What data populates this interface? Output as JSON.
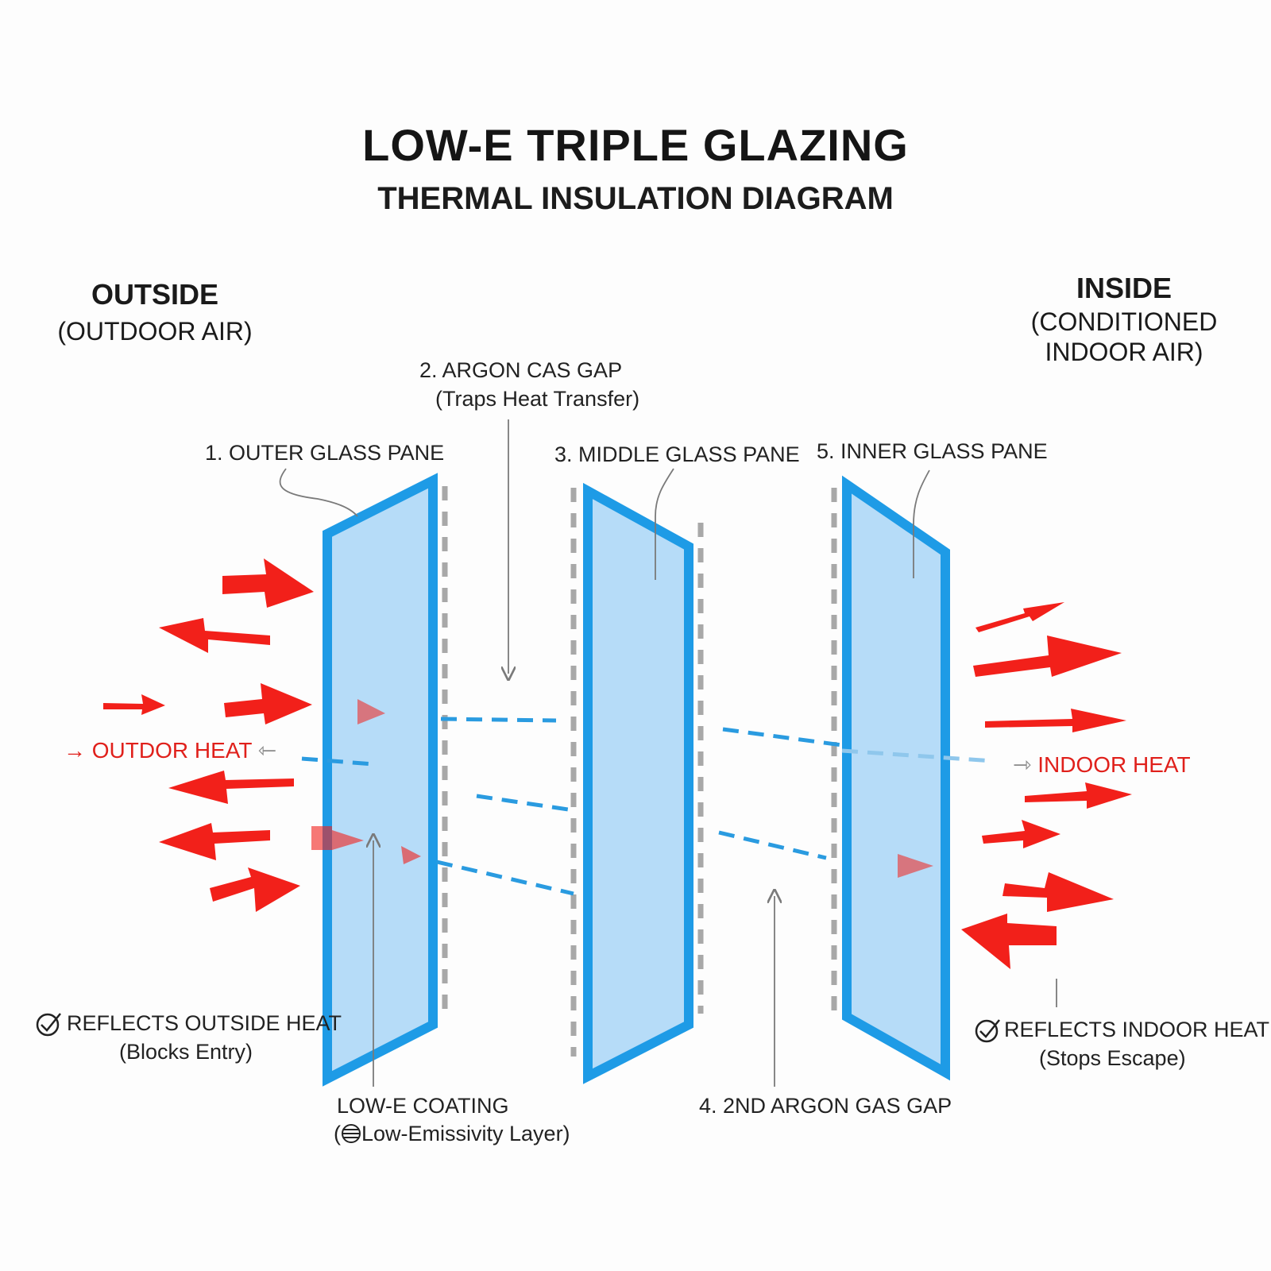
{
  "title": "LOW-E TRIPLE GLAZING",
  "subtitle": "THERMAL INSULATION DIAGRAM",
  "outside": {
    "heading": "OUTSIDE",
    "sub": "(OUTDOOR AIR)"
  },
  "inside": {
    "heading": "INSIDE",
    "sub_line1": "(CONDITIONED",
    "sub_line2": "INDOOR AIR)"
  },
  "labels": {
    "argon_gap": "2. ARGON CAS GAP",
    "argon_gap_sub": "(Traps Heat Transfer)",
    "outer_pane": "1. OUTER GLASS PANE",
    "middle_pane": "3. MIDDLE GLASS PANE",
    "inner_pane": "5. INNER GLASS PANE",
    "outdoor_heat": "OUTDOR HEAT",
    "indoor_heat": "INDOOR HEAT",
    "reflects_outside": "REFLECTS OUTSIDE HEAT",
    "reflects_outside_sub": "(Blocks Entry)",
    "reflects_indoor": "REFLECTS INDOOR HEAT",
    "reflects_indoor_sub": "(Stops Escape)",
    "lowe_coating": "LOW-E COATING",
    "lowe_coating_sub": "Low-Emissivity Layer)",
    "lowe_coating_open": "(",
    "second_gap": "4. 2ND ARGON GAS GAP"
  },
  "icons": {
    "check": "check-circle-icon",
    "coating": "coating-layer-icon",
    "arrow_right": "→",
    "arrow_left": "⇽",
    "arrow_gray_right": "⇾"
  },
  "colors": {
    "glass_fill": "#aed8f7",
    "glass_edge": "#1e9be6",
    "heat_arrow": "#f2201a",
    "spacer": "#a8a8a8",
    "ray": "#2a9be0",
    "leader": "#7a7a7a"
  }
}
